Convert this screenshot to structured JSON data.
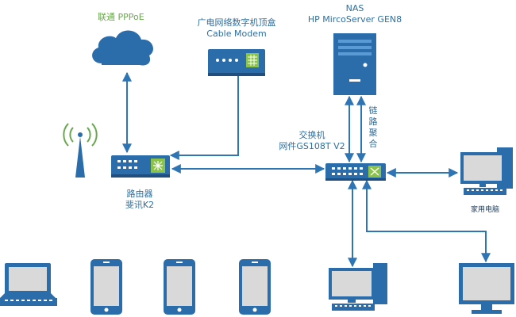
{
  "labels": {
    "isp": "联通 PPPoE",
    "modem_line1": "广电网络数字机顶盒",
    "modem_line2": "Cable Modem",
    "nas_line1": "NAS",
    "nas_line2": "HP MircoServer GEN8",
    "switch_line1": "交换机",
    "switch_line2": "网件GS108T V2",
    "link_agg_chars": [
      "链",
      "路",
      "聚",
      "合"
    ],
    "router_line1": "路由器",
    "router_line2": "斐讯K2",
    "home_pc": "家用电脑"
  },
  "colors": {
    "device_blue": "#2b6cab",
    "device_light": "#5a9bd5",
    "line_blue": "#2e75b6",
    "screen_gray": "#d9d9d9",
    "port_green": "#8bc34a",
    "label_blue": "#2f6f9f",
    "label_green": "#6aa84f"
  },
  "icons": [
    "cloud-icon",
    "cable-modem-icon",
    "nas-server-icon",
    "wifi-antenna-icon",
    "router-icon",
    "switch-icon",
    "desktop-pc-icon",
    "laptop-icon",
    "smartphone-icon",
    "monitor-icon"
  ]
}
